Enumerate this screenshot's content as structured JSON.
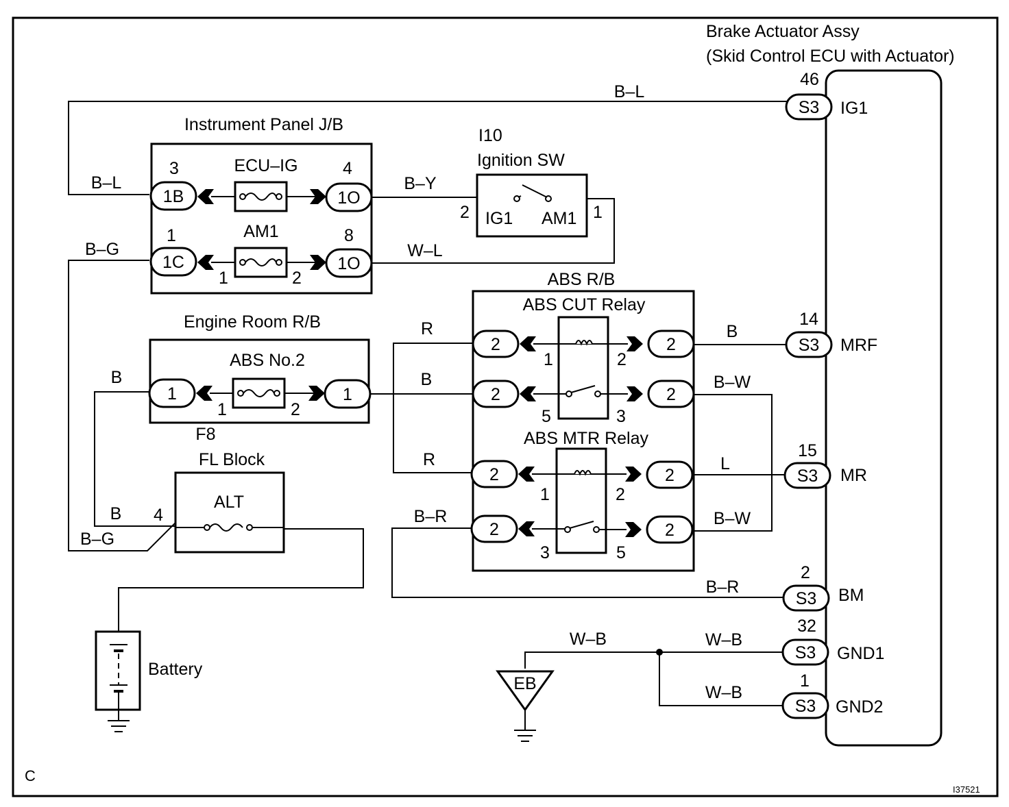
{
  "figure_code": "C",
  "image_id": "I37521",
  "actuator": {
    "title_line1": "Brake Actuator Assy",
    "title_line2": "(Skid Control ECU with Actuator)"
  },
  "instrument_panel": {
    "title": "Instrument Panel J/B",
    "ecu_ig_fuse": "ECU–IG",
    "am1_fuse": "AM1",
    "conn_1b": "1B",
    "conn_1b_pin": "3",
    "conn_1o_top": "1O",
    "conn_1o_top_pin": "4",
    "conn_1c": "1C",
    "conn_1c_pin": "1",
    "conn_1o_bot": "1O",
    "conn_1o_bot_pin": "8",
    "am1_left_pin": "1",
    "am1_right_pin": "2"
  },
  "ignition_sw": {
    "code": "I10",
    "name": "Ignition SW",
    "ig1": "IG1",
    "am1": "AM1",
    "pin_left": "2",
    "pin_right": "1"
  },
  "engine_room": {
    "title": "Engine Room R/B",
    "fuse": "ABS No.2",
    "conn_left": "1",
    "conn_right": "1",
    "pin_left": "1",
    "pin_right": "2",
    "code": "F8"
  },
  "fl_block": {
    "title": "FL Block",
    "fuse": "ALT",
    "pin": "4"
  },
  "battery": {
    "label": "Battery"
  },
  "abs_rb": {
    "title": "ABS R/B",
    "cut_relay": "ABS CUT Relay",
    "mtr_relay": "ABS MTR Relay",
    "conn": "2",
    "cut_pins": {
      "coil_left": "1",
      "coil_right": "2",
      "sw_left": "5",
      "sw_right": "3"
    },
    "mtr_pins": {
      "coil_left": "1",
      "coil_right": "2",
      "sw_left": "3",
      "sw_right": "5"
    }
  },
  "ecu_terminals": [
    {
      "pin": "46",
      "conn": "S3",
      "name": "IG1"
    },
    {
      "pin": "14",
      "conn": "S3",
      "name": "MRF"
    },
    {
      "pin": "15",
      "conn": "S3",
      "name": "MR"
    },
    {
      "pin": "2",
      "conn": "S3",
      "name": "BM"
    },
    {
      "pin": "32",
      "conn": "S3",
      "name": "GND1"
    },
    {
      "pin": "1",
      "conn": "S3",
      "name": "GND2"
    }
  ],
  "ground": {
    "label": "EB"
  },
  "wires": {
    "ig1_top": "B–L",
    "b_l_left": "B–L",
    "b_y": "B–Y",
    "w_l": "W–L",
    "b_g_top": "B–G",
    "b_g_bot": "B–G",
    "b_left": "B",
    "b_fl": "B",
    "r_top": "R",
    "b_mid": "B",
    "r_mid": "R",
    "b_r_relay": "B–R",
    "b_mrf": "B",
    "b_w_top": "B–W",
    "l_mr": "L",
    "b_w_bot": "B–W",
    "b_r_bm": "B–R",
    "w_b_ground": "W–B",
    "w_b_gnd1": "W–B",
    "w_b_gnd2": "W–B"
  }
}
